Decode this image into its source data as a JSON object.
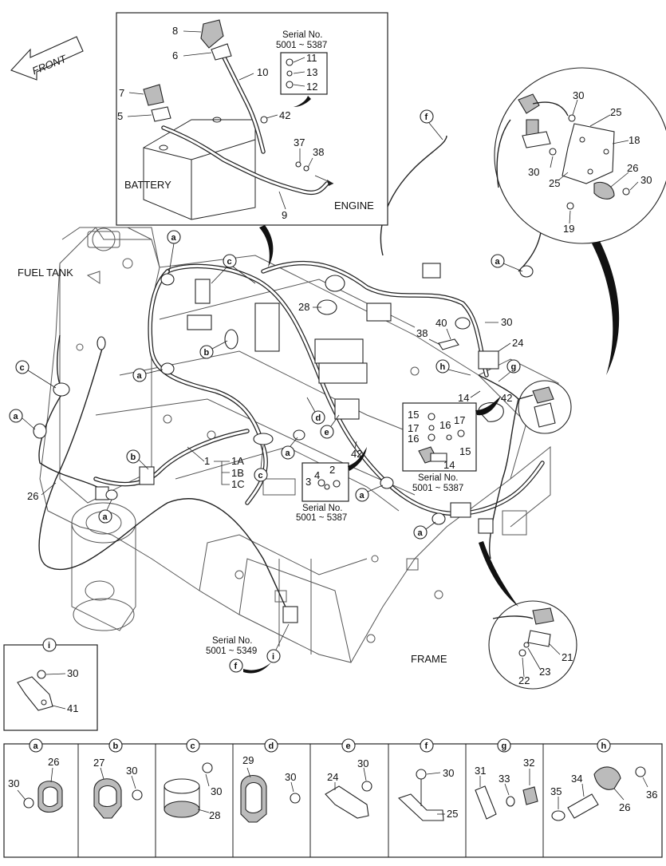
{
  "labels": {
    "front": "FRONT",
    "battery": "BATTERY",
    "engine": "ENGINE",
    "fuel_tank": "FUEL TANK",
    "frame": "FRAME"
  },
  "serials": {
    "s1_title": "Serial No.",
    "s1_range": "5001 ~ 5387",
    "s2_title": "Serial No.",
    "s2_range": "5001 ~ 5387",
    "s3_title": "Serial No.",
    "s3_range": "5001 ~ 5387",
    "s4_title": "Serial No.",
    "s4_range": "5001 ~ 5349"
  },
  "callouts": {
    "n1": "1",
    "n1A": "1A",
    "n1B": "1B",
    "n1C": "1C",
    "n2": "2",
    "n3": "3",
    "n4": "4",
    "n5": "5",
    "n6": "6",
    "n7": "7",
    "n8": "8",
    "n9": "9",
    "n10": "10",
    "n11": "11",
    "n12": "12",
    "n13": "13",
    "n14a": "14",
    "n14b": "14",
    "n15a": "15",
    "n15b": "15",
    "n16a": "16",
    "n16b": "16",
    "n17a": "17",
    "n17b": "17",
    "n18": "18",
    "n19": "19",
    "n21": "21",
    "n22": "22",
    "n23": "23",
    "n24": "24",
    "n25a": "25",
    "n25b": "25",
    "n26a": "26",
    "n26b": "26",
    "n28": "28",
    "n30a": "30",
    "n30b": "30",
    "n30c": "30",
    "n30d": "30",
    "n30e": "30",
    "n37": "37",
    "n38a": "38",
    "n38b": "38",
    "n40": "40",
    "n41": "41",
    "n42a": "42",
    "n42b": "42",
    "n42c": "42"
  },
  "letters": {
    "a": "a",
    "b": "b",
    "c": "c",
    "d": "d",
    "e": "e",
    "f": "f",
    "g": "g",
    "h": "h",
    "i": "i"
  },
  "legend": [
    {
      "letter": "a",
      "parts": [
        "26",
        "30"
      ]
    },
    {
      "letter": "b",
      "parts": [
        "27",
        "30"
      ]
    },
    {
      "letter": "c",
      "parts": [
        "30",
        "28"
      ]
    },
    {
      "letter": "d",
      "parts": [
        "29",
        "30"
      ]
    },
    {
      "letter": "e",
      "parts": [
        "24",
        "30"
      ]
    },
    {
      "letter": "f",
      "parts": [
        "30",
        "25"
      ]
    },
    {
      "letter": "g",
      "parts": [
        "31",
        "33",
        "32"
      ]
    },
    {
      "letter": "h",
      "parts": [
        "34",
        "35",
        "26",
        "36"
      ]
    }
  ]
}
